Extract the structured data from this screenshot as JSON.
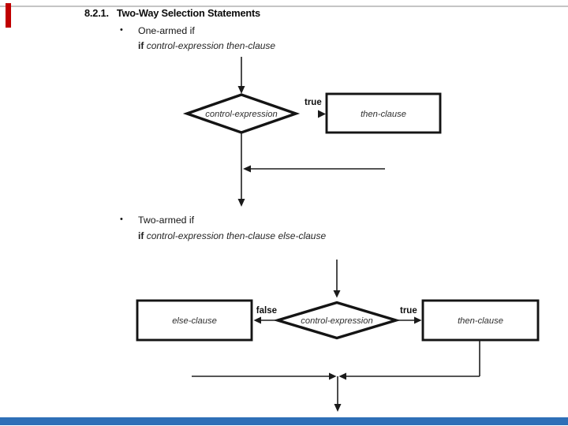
{
  "slide": {
    "section_number": "8.2.1.",
    "title": "Two-Way Selection Statements",
    "bullet_char": "•",
    "bullet1": {
      "label": "One-armed if",
      "keyword": "if",
      "syntax": "control-expression then-clause"
    },
    "bullet2": {
      "label": "Two-armed if",
      "keyword": "if",
      "syntax": "control-expression then-clause else-clause"
    }
  },
  "flowchart_one_armed": {
    "condition": "control-expression",
    "branch_true": "true",
    "then_box": "then-clause"
  },
  "flowchart_two_armed": {
    "condition": "control-expression",
    "branch_true": "true",
    "branch_false": "false",
    "then_box": "then-clause",
    "else_box": "else-clause"
  },
  "colors": {
    "accent_red": "#c00000",
    "footer_blue": "#2e6fb7",
    "top_rule_gray": "#c5c5c5",
    "ink": "#1a1a1a"
  }
}
